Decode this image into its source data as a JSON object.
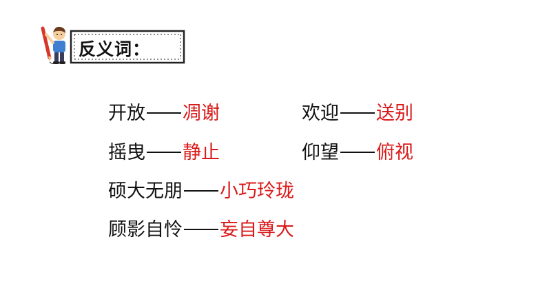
{
  "header": {
    "title": "反义词："
  },
  "pairs": [
    {
      "word": "开放",
      "answer": "凋谢"
    },
    {
      "word": "欢迎",
      "answer": "送别"
    },
    {
      "word": "摇曳",
      "answer": "静止"
    },
    {
      "word": "仰望",
      "answer": "俯视"
    },
    {
      "word": "硕大无朋",
      "answer": "小巧玲珑"
    },
    {
      "word": "顾影自怜",
      "answer": "妄自尊大"
    }
  ],
  "colors": {
    "answer": "#d91a1a",
    "text": "#111111",
    "box_border": "#222222"
  },
  "icons": {
    "header_icon": "child-holding-pencil-icon"
  }
}
